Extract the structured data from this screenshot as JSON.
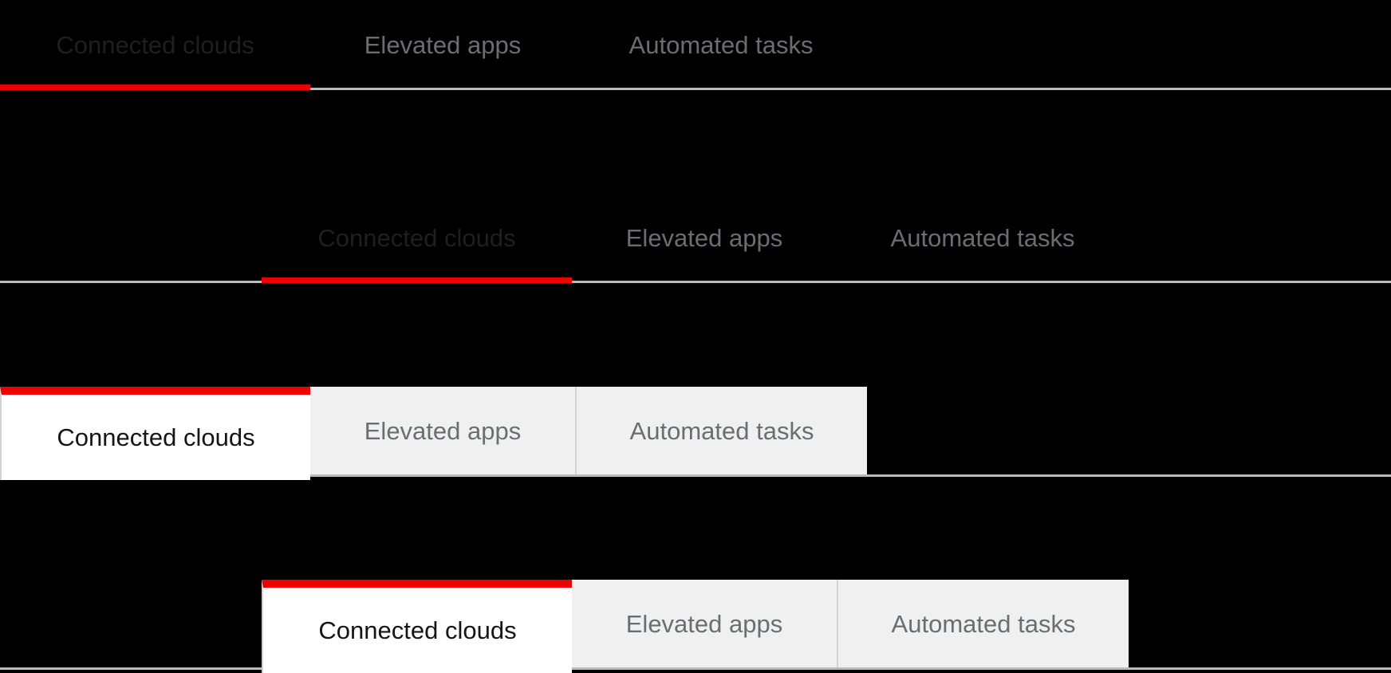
{
  "colors": {
    "accent_red": "#ee0000",
    "page_background": "#000000",
    "divider_line": "#b8bbbe",
    "box_tab_background": "#f0f0f0",
    "box_tab_divider": "#d2d2d2",
    "active_box_tab_background": "#ffffff",
    "inactive_tab_text": "#6a6e73",
    "active_tab_text_dark": "#1f1f1f",
    "active_box_tab_text": "#151515"
  },
  "groups": [
    {
      "style": "underline",
      "alignment": "flush-left",
      "tabs": [
        {
          "label": "Connected clouds",
          "state": "active"
        },
        {
          "label": "Elevated apps",
          "state": "inactive"
        },
        {
          "label": "Automated tasks",
          "state": "inactive"
        }
      ]
    },
    {
      "style": "underline",
      "alignment": "indented",
      "tabs": [
        {
          "label": "Connected clouds",
          "state": "active"
        },
        {
          "label": "Elevated apps",
          "state": "inactive"
        },
        {
          "label": "Automated tasks",
          "state": "inactive"
        }
      ]
    },
    {
      "style": "box",
      "alignment": "flush-left",
      "tabs": [
        {
          "label": "Connected clouds",
          "state": "active"
        },
        {
          "label": "Elevated apps",
          "state": "inactive"
        },
        {
          "label": "Automated tasks",
          "state": "inactive"
        }
      ]
    },
    {
      "style": "box",
      "alignment": "indented",
      "tabs": [
        {
          "label": "Connected clouds",
          "state": "active"
        },
        {
          "label": "Elevated apps",
          "state": "inactive"
        },
        {
          "label": "Automated tasks",
          "state": "inactive"
        }
      ]
    }
  ]
}
